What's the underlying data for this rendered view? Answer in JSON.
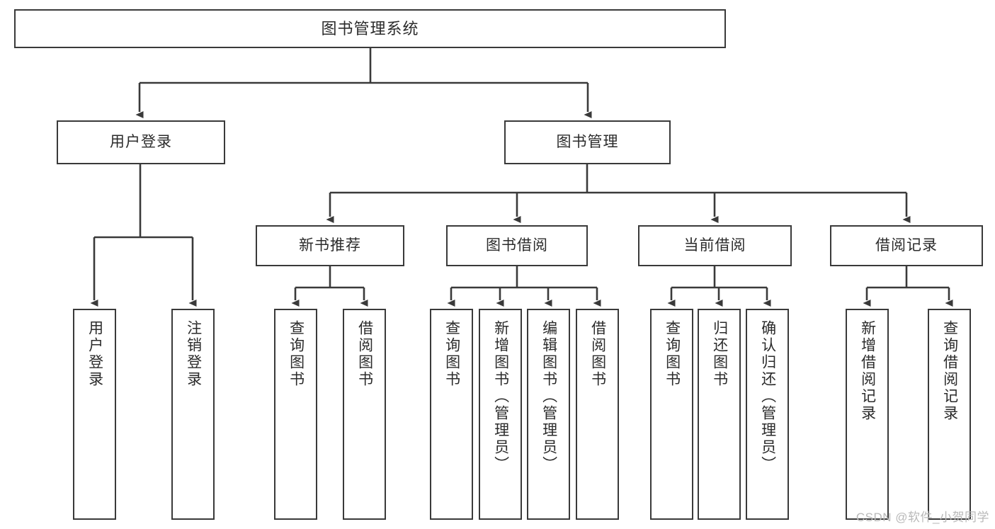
{
  "diagram": {
    "title": "图书管理系统",
    "type": "tree",
    "nodes": {
      "root": {
        "label": "图书管理系统"
      },
      "level1": [
        {
          "id": "user-login",
          "label": "用户登录"
        },
        {
          "id": "book-management",
          "label": "图书管理"
        }
      ],
      "level2": [
        {
          "id": "new-book-recommend",
          "label": "新书推荐"
        },
        {
          "id": "book-borrow",
          "label": "图书借阅"
        },
        {
          "id": "current-borrow",
          "label": "当前借阅"
        },
        {
          "id": "borrow-record",
          "label": "借阅记录"
        }
      ],
      "leaves": [
        {
          "id": "leaf-user-login",
          "label": "用户登录",
          "parent": "用户登录"
        },
        {
          "id": "leaf-logout-login",
          "label": "注销登录",
          "parent": "用户登录"
        },
        {
          "id": "leaf-query-book-rec",
          "label": "查询图书",
          "parent": "新书推荐"
        },
        {
          "id": "leaf-borrow-book-rec",
          "label": "借阅图书",
          "parent": "新书推荐"
        },
        {
          "id": "leaf-query-book-borrow",
          "label": "查询图书",
          "parent": "图书借阅"
        },
        {
          "id": "leaf-add-book-admin",
          "label": "新增图书（管理员）",
          "parent": "图书借阅"
        },
        {
          "id": "leaf-edit-book-admin",
          "label": "编辑图书（管理员）",
          "parent": "图书借阅"
        },
        {
          "id": "leaf-borrow-book",
          "label": "借阅图书",
          "parent": "图书借阅"
        },
        {
          "id": "leaf-query-book-current",
          "label": "查询图书",
          "parent": "当前借阅"
        },
        {
          "id": "leaf-return-book",
          "label": "归还图书",
          "parent": "当前借阅"
        },
        {
          "id": "leaf-confirm-return-admin",
          "label": "确认归还（管理员）",
          "parent": "当前借阅"
        },
        {
          "id": "leaf-add-borrow-record",
          "label": "新增借阅记录",
          "parent": "借阅记录"
        },
        {
          "id": "leaf-query-borrow-record",
          "label": "查询借阅记录",
          "parent": "借阅记录"
        }
      ]
    },
    "colors": {
      "background": "#ffffff",
      "box_border": "#3a3a3a",
      "box_fill": "#ffffff",
      "edge": "#3a3a3a",
      "text": "#2b2b2b",
      "watermark": "#b9b9b9"
    },
    "watermark": "CSDN @软件_小贺同学"
  }
}
